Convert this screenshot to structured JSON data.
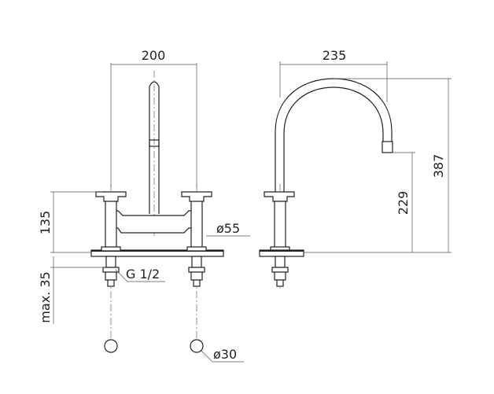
{
  "dimensions": {
    "width_bridge": "200",
    "width_spout": "235",
    "height_total": "387",
    "height_spout_outlet": "229",
    "height_handle": "135",
    "max_mount": "max. 35",
    "connection_thread": "G 1/2",
    "diameter_base": "ø55",
    "diameter_hole": "ø30"
  }
}
